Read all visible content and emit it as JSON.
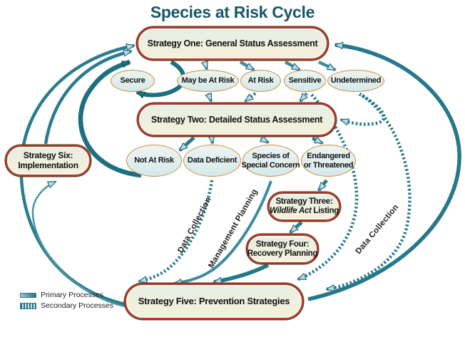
{
  "title": "Species at Risk Cycle",
  "strategies": {
    "one": {
      "prefix": "Strategy One:",
      "rest": "General Status Assessment"
    },
    "two": {
      "prefix": "Strategy Two:",
      "rest": "Detailed Status Assessment"
    },
    "three": {
      "prefix": "Strategy Three:",
      "italic_part": "Wildlife Act",
      "rest": "Listing"
    },
    "four": {
      "prefix": "Strategy Four:",
      "rest": "Recovery Planning"
    },
    "five": {
      "prefix": "Strategy Five:",
      "rest": "Prevention Strategies"
    },
    "six": {
      "prefix": "Strategy Six:",
      "rest": "Implementation"
    }
  },
  "statuses_row1": [
    "Secure",
    "May be At Risk",
    "At Risk",
    "Sensitive",
    "Undetermined"
  ],
  "statuses_row2": [
    {
      "label": "Not At Risk"
    },
    {
      "label": "Data Deficient"
    },
    {
      "line1": "Species of",
      "line2": "Special Concern"
    },
    {
      "line1": "Endangered",
      "line2": "or Threatened"
    }
  ],
  "flow_labels": {
    "data_collection_left": "Data Collection",
    "management_planning": "Management Planning",
    "data_collection_right": "Data Collection"
  },
  "legend": {
    "primary": "Primary Processes",
    "secondary": "Secondary Processes"
  },
  "colors": {
    "title": "#19566b",
    "primary_arrow_dark": "#1d6f80",
    "primary_arrow": "#2a7d8e",
    "arrowhead_light": "#bcdbe7",
    "box_border_red": "#b03b2e",
    "box_border_outer": "#6f3a1d",
    "box_fill_top": "#e7eee4",
    "box_fill_bottom": "#f5f1da",
    "oval_fill": "#d5e9e9",
    "oval_border": "#cf8b3e"
  }
}
